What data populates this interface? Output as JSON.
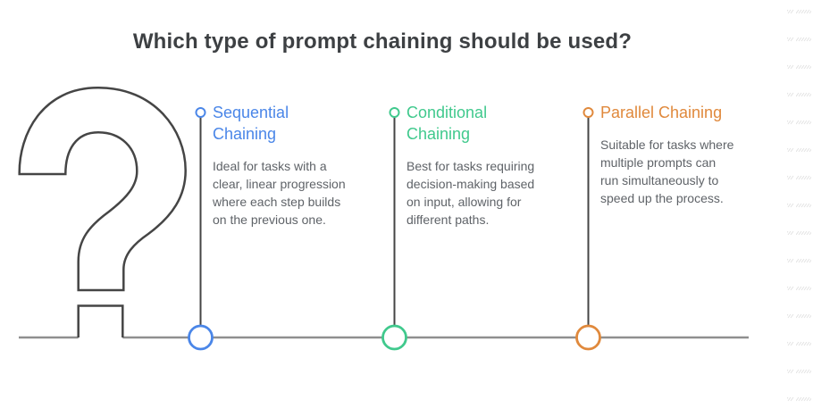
{
  "title": "Which type of prompt chaining should be used?",
  "columns": [
    {
      "id": "sequential",
      "label": "Sequential\nChaining",
      "description": "Ideal for tasks with a\nclear, linear progression\nwhere each step builds\non the previous one.",
      "color": "#4a86e8"
    },
    {
      "id": "conditional",
      "label": "Conditional\nChaining",
      "description": "Best for tasks requiring\ndecision-making based\non input, allowing for\ndifferent paths.",
      "color": "#40c98d"
    },
    {
      "id": "parallel",
      "label": "Parallel Chaining",
      "description": "Suitable for tasks where\nmultiple prompts can\nrun simultaneously to\nspeed up the process.",
      "color": "#e0893c"
    }
  ],
  "palette": {
    "stroke_dark": "#454545",
    "baseline_gray": "#8f8f8f",
    "title_color": "#3d4043",
    "body_color": "#5f6368",
    "hatch_color": "#e2e2e2"
  }
}
